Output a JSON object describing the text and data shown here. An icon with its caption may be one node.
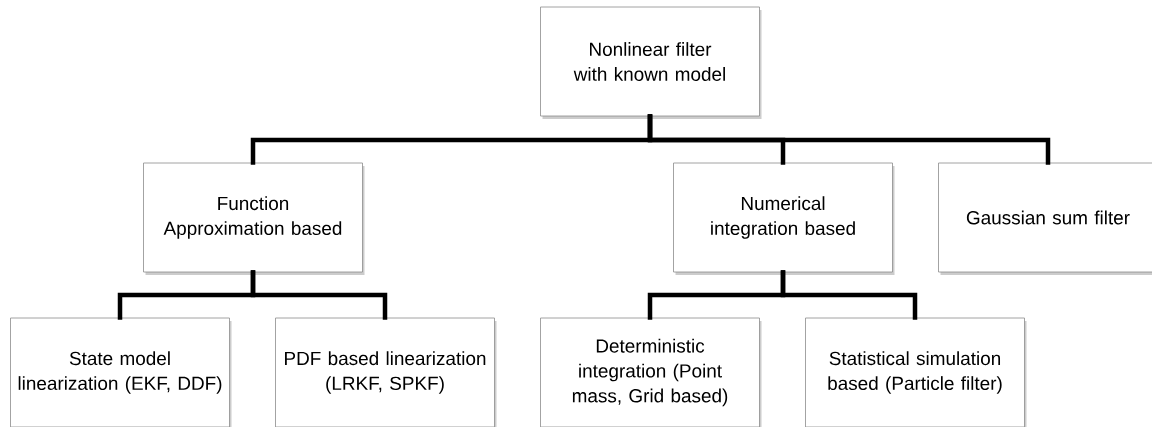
{
  "diagram": {
    "nodes": [
      {
        "text": [
          "Nonlinear filter with known model"
        ]
      },
      {
        "text": [
          "Function Approximation based"
        ]
      },
      {
        "text": [
          "Numerical integration based"
        ]
      },
      {
        "text": [
          "Gaussian sum filter"
        ]
      },
      {
        "text": [
          "State model linearization (EKF, DDF)"
        ]
      },
      {
        "text": [
          "PDF based linearization (LRKF, SPKF)"
        ]
      },
      {
        "text": [
          "Deterministic integration (Point mass, Grid based)"
        ]
      },
      {
        "text": [
          "Statistical simulation based (Particle filter)"
        ]
      }
    ],
    "edges": [
      {
        "from": 0,
        "to": 1,
        "arrow": "none"
      },
      {
        "from": 0,
        "to": 2,
        "arrow": "none"
      },
      {
        "from": 0,
        "to": 3,
        "arrow": "none"
      },
      {
        "from": 1,
        "to": 4,
        "arrow": "none"
      },
      {
        "from": 1,
        "to": 5,
        "arrow": "none"
      },
      {
        "from": 2,
        "to": 6,
        "arrow": "none"
      },
      {
        "from": 2,
        "to": 7,
        "arrow": "none"
      }
    ]
  }
}
